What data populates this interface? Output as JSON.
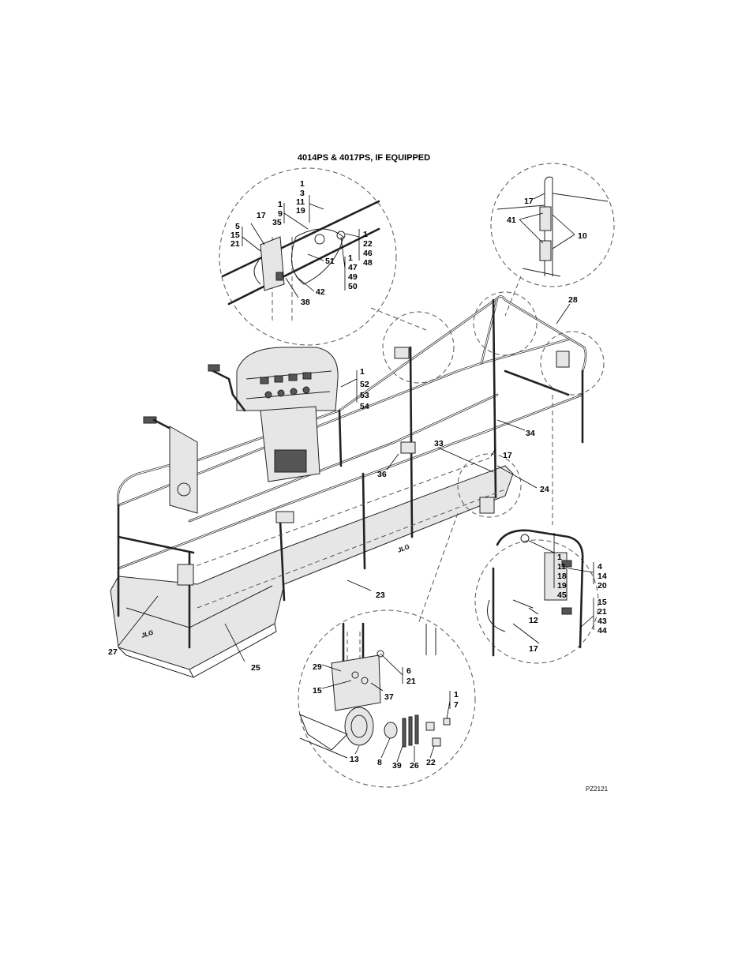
{
  "title": "4014PS & 4017PS, IF EQUIPPED",
  "drawing_code": "PZ2121",
  "callouts": {
    "c1": [
      "1",
      "3",
      "11",
      "19"
    ],
    "c2": [
      "1",
      "9",
      "35"
    ],
    "c3": "17",
    "c4": [
      "5",
      "15",
      "21"
    ],
    "c5": [
      "1",
      "22",
      "46",
      "48"
    ],
    "c6": "51",
    "c7": [
      "1",
      "47",
      "49",
      "50"
    ],
    "c8": "42",
    "c9": "38",
    "c10": "17",
    "c11": "41",
    "c12": "10",
    "c13": "28",
    "c14": [
      "1",
      "52",
      "53",
      "54"
    ],
    "c15": "34",
    "c16": "33",
    "c17": "17",
    "c18": "36",
    "c19": "24",
    "c20": "23",
    "c21": "27",
    "c22": "25",
    "c23": [
      "1",
      "11",
      "18",
      "19",
      "45"
    ],
    "c24": [
      "4",
      "14",
      "20"
    ],
    "c25": "12",
    "c26": [
      "15",
      "21",
      "43",
      "44"
    ],
    "c27": "17",
    "c28": "29",
    "c29": [
      "6",
      "21"
    ],
    "c30": "15",
    "c31": "37",
    "c32": [
      "1",
      "7"
    ],
    "c33": "13",
    "c34": "8",
    "c35": "39",
    "c36": "26",
    "c37": "22"
  }
}
